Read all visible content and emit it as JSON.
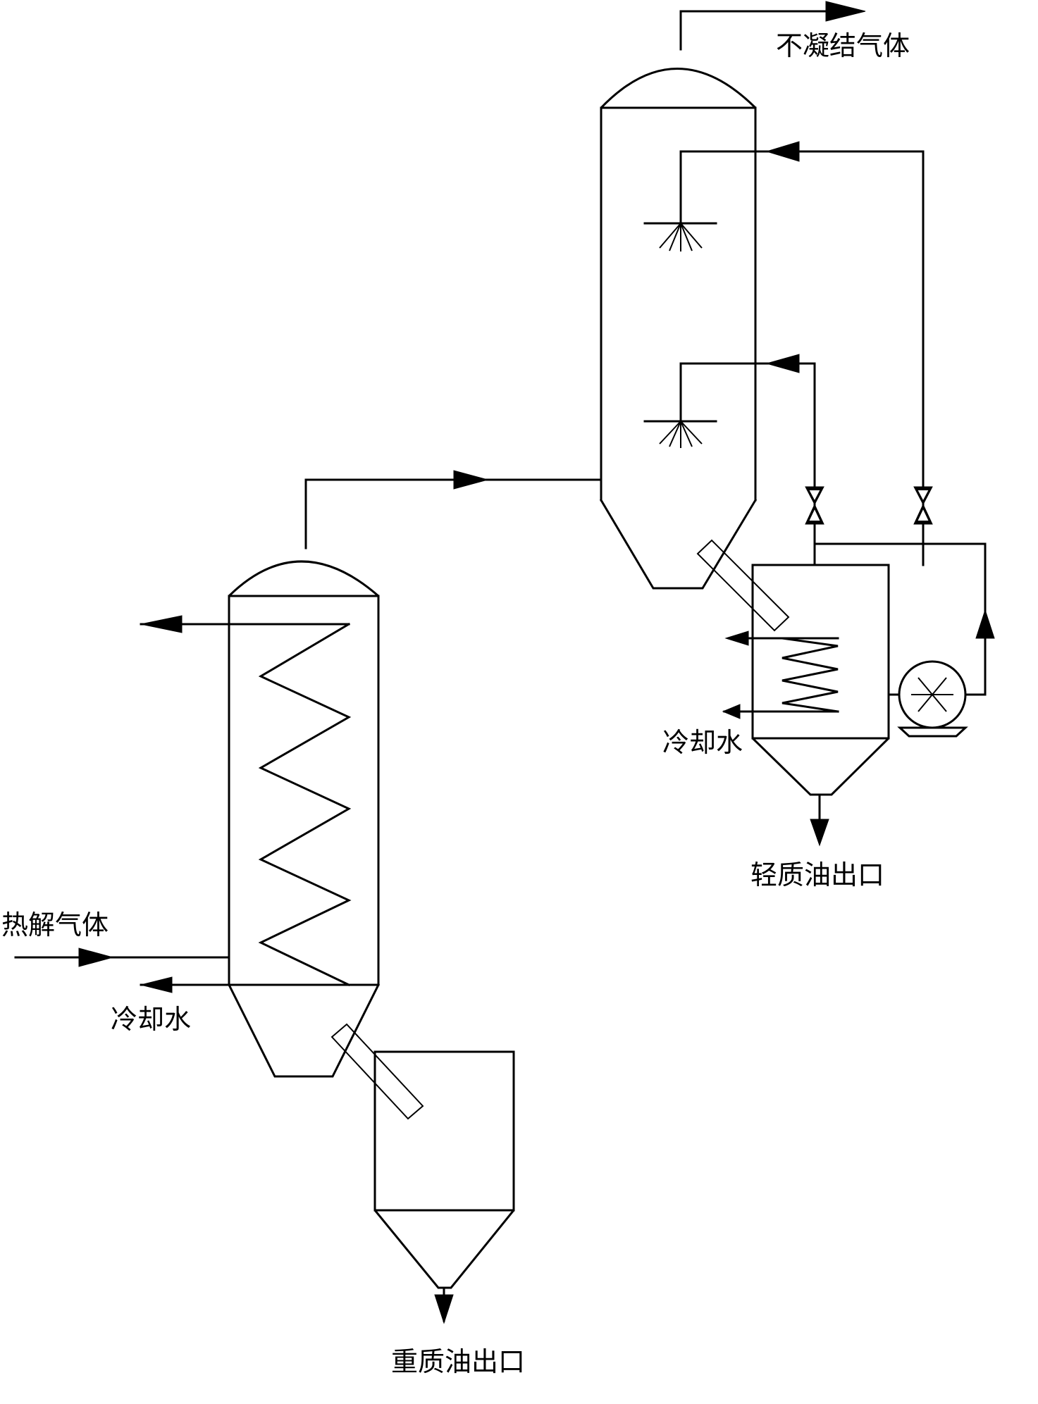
{
  "labels": {
    "non_condensable_gas": "不凝结气体",
    "pyrolysis_gas": "热解气体",
    "cooling_water_left": "冷却水",
    "cooling_water_right": "冷却水",
    "light_oil_outlet": "轻质油出口",
    "heavy_oil_outlet": "重质油出口"
  }
}
